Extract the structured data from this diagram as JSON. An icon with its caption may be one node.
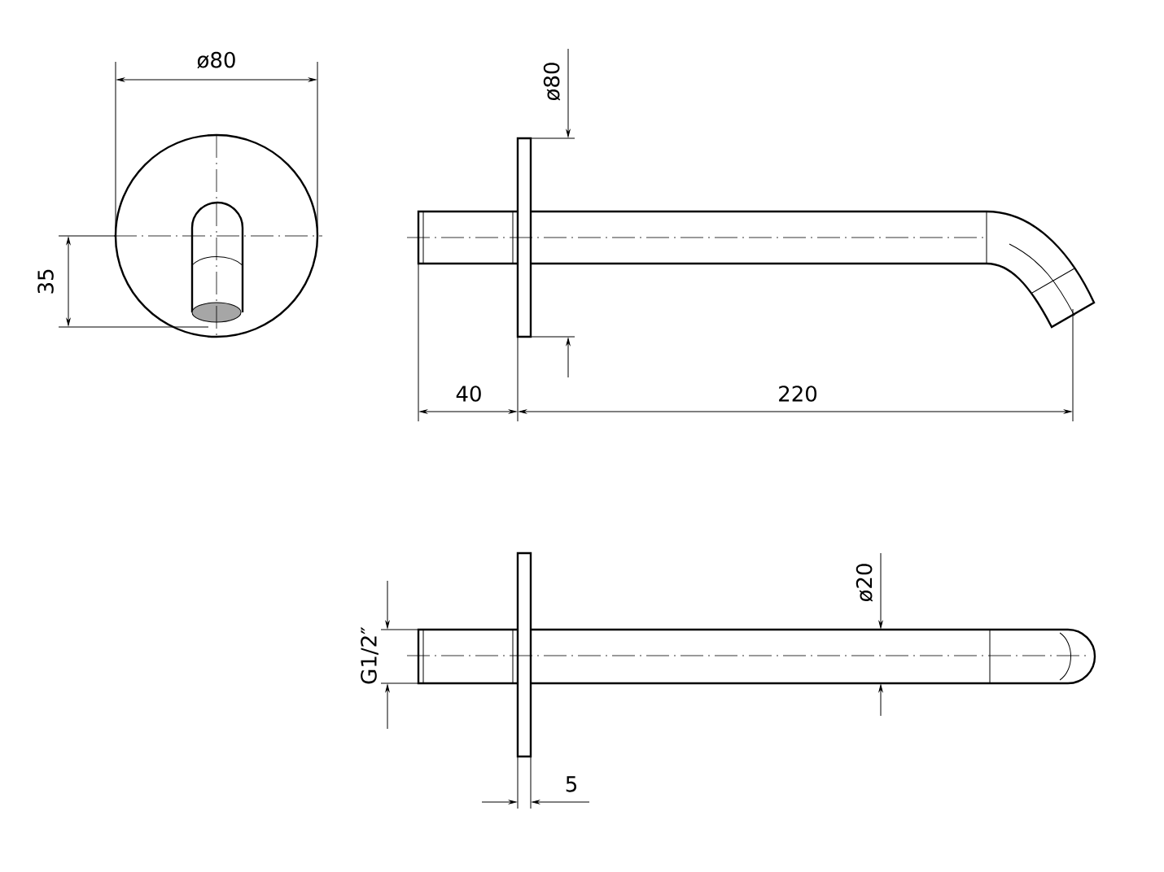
{
  "diagram": {
    "labels": [
      "ø80",
      "ø80",
      "35",
      "40",
      "220",
      "G1/2″",
      "ø20",
      "5"
    ]
  }
}
